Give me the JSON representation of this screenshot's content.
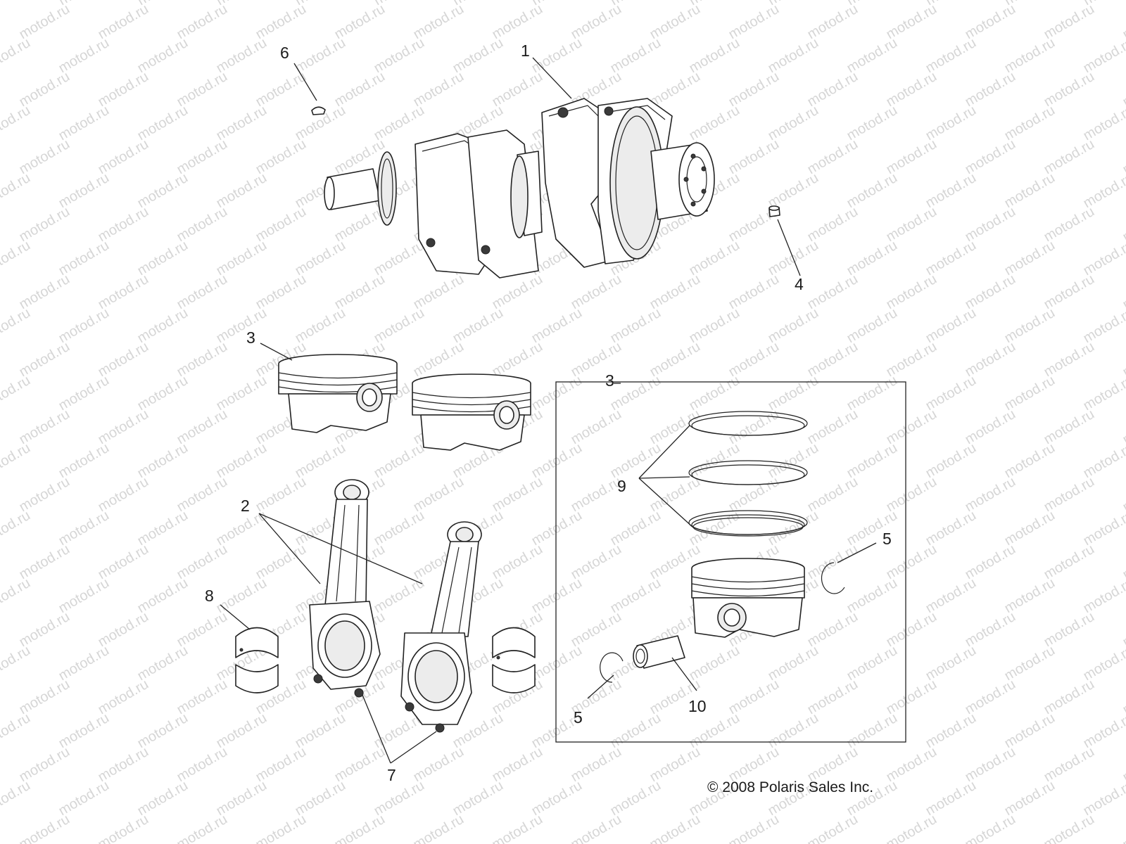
{
  "watermark": "motod.ru",
  "copyright": "© 2008 Polaris Sales Inc.",
  "callouts": {
    "c1": "1",
    "c2": "2",
    "c3a": "3",
    "c3b": "3",
    "c4": "4",
    "c5a": "5",
    "c5b": "5",
    "c6": "6",
    "c7": "7",
    "c8": "8",
    "c9": "9",
    "c10": "10"
  }
}
